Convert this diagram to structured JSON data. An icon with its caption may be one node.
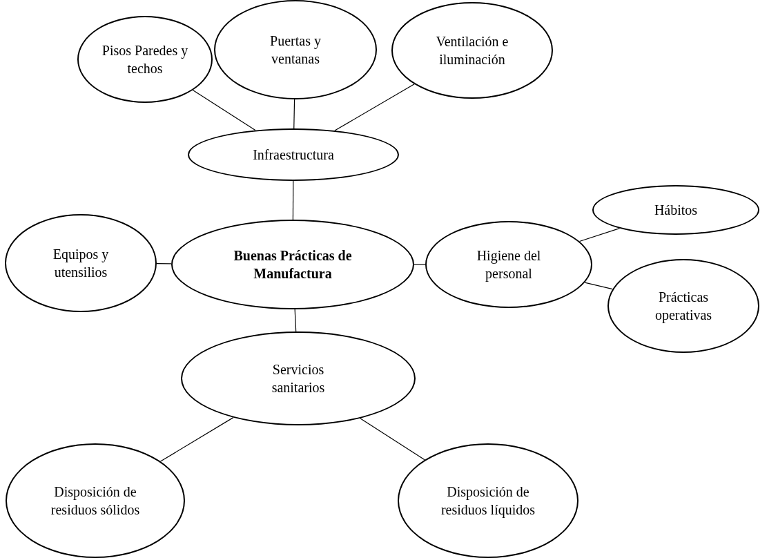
{
  "diagram": {
    "nodes": [
      {
        "text": [
          "Pisos Paredes y techos"
        ]
      },
      {
        "text": [
          "Puertas y ventanas"
        ]
      },
      {
        "text": [
          "Ventilación e iluminación"
        ]
      },
      {
        "text": [
          "Infraestructura"
        ]
      },
      {
        "text": [
          "Buenas Prácticas de Manufactura"
        ]
      },
      {
        "text": [
          "Equipos y utensilios"
        ]
      },
      {
        "text": [
          "Higiene del personal"
        ]
      },
      {
        "text": [
          "Hábitos"
        ]
      },
      {
        "text": [
          "Prácticas operativas"
        ]
      },
      {
        "text": [
          "Servicios sanitarios"
        ]
      },
      {
        "text": [
          "Disposición de residuos sólidos"
        ]
      },
      {
        "text": [
          "Disposición de residuos líquidos"
        ]
      }
    ],
    "edges": [
      {
        "from": 3,
        "to": 0,
        "arrow": "none"
      },
      {
        "from": 3,
        "to": 1,
        "arrow": "none"
      },
      {
        "from": 3,
        "to": 2,
        "arrow": "none"
      },
      {
        "from": 4,
        "to": 3,
        "arrow": "none"
      },
      {
        "from": 4,
        "to": 5,
        "arrow": "none"
      },
      {
        "from": 4,
        "to": 6,
        "arrow": "none"
      },
      {
        "from": 6,
        "to": 7,
        "arrow": "none"
      },
      {
        "from": 6,
        "to": 8,
        "arrow": "none"
      },
      {
        "from": 4,
        "to": 9,
        "arrow": "none"
      },
      {
        "from": 9,
        "to": 10,
        "arrow": "none"
      },
      {
        "from": 9,
        "to": 11,
        "arrow": "none"
      }
    ]
  }
}
